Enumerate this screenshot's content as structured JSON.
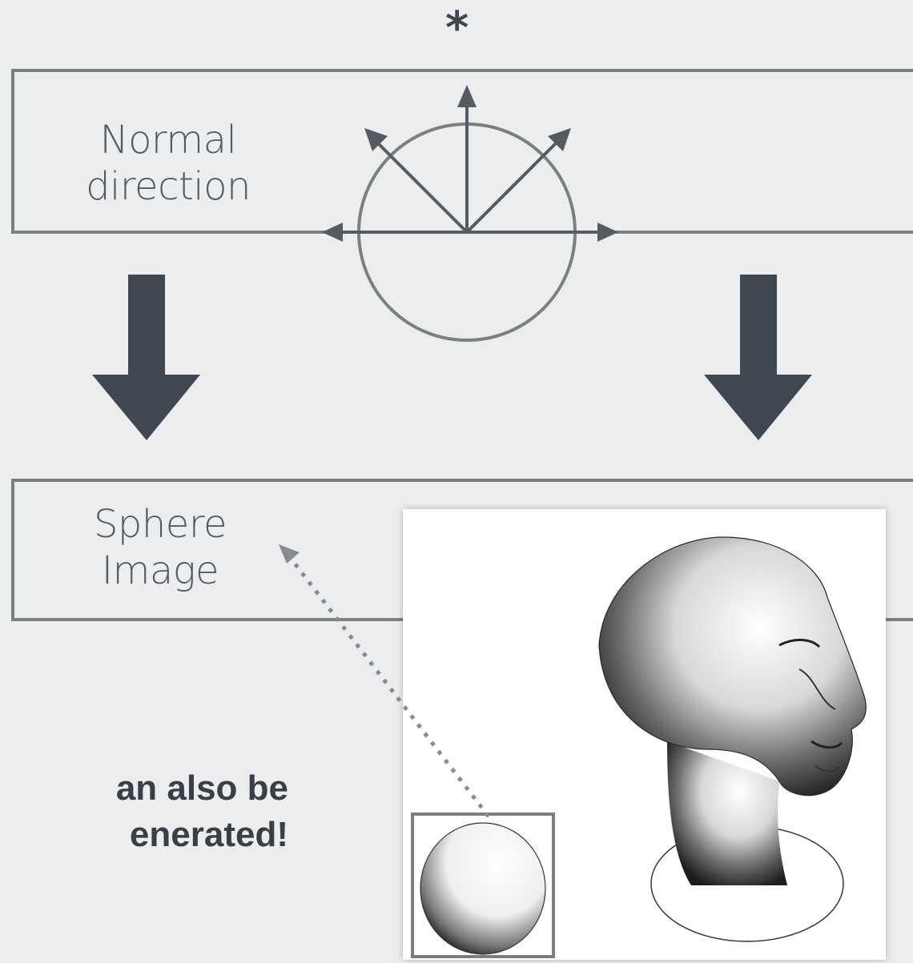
{
  "diagram": {
    "asterisk": "*",
    "top_box_label": [
      "Normal",
      "direction"
    ],
    "bottom_box_label": [
      "Sphere",
      "Image"
    ],
    "caption": [
      "an also be",
      "enerated!"
    ],
    "icons": [
      "hemisphere-normal-vectors-icon",
      "down-arrow-icon",
      "sphere-sketch-icon",
      "head-sketch-icon"
    ],
    "colors": {
      "background": "#ecedee",
      "box_stroke": "#7b807e",
      "arrow_fill": "#3f4753",
      "text": "#555a5f"
    }
  }
}
